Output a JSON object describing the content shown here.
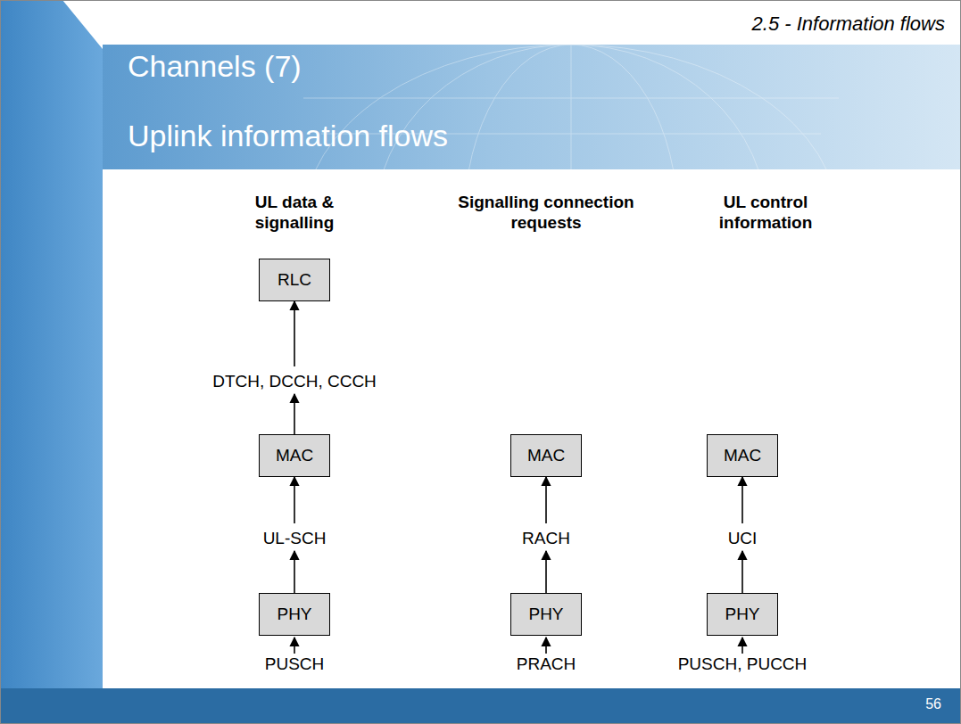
{
  "diagram": {
    "title": "Channels (7)",
    "nodes": [
      {
        "text": [
          "RLC"
        ]
      },
      {
        "text": [
          "MAC"
        ]
      },
      {
        "text": [
          "PHY"
        ]
      },
      {
        "text": [
          "MAC"
        ]
      },
      {
        "text": [
          "PHY"
        ]
      },
      {
        "text": [
          "MAC"
        ]
      },
      {
        "text": [
          "PHY"
        ]
      }
    ],
    "edges": [
      {
        "from": 2,
        "to": 1,
        "label": "UL-SCH",
        "arrow": "to"
      },
      {
        "from": 1,
        "to": 0,
        "label": "DTCH, DCCH, CCCH",
        "arrow": "to"
      },
      {
        "from": 4,
        "to": 3,
        "label": "RACH",
        "arrow": "to"
      },
      {
        "from": 6,
        "to": 5,
        "label": "UCI",
        "arrow": "to"
      }
    ],
    "labels": [
      "2.5 - Information flows",
      "Uplink information flows",
      "UL data & signalling",
      "Signalling connection requests",
      "UL control information",
      "PUSCH",
      "PRACH",
      "PUSCH, PUCCH",
      "56"
    ]
  }
}
